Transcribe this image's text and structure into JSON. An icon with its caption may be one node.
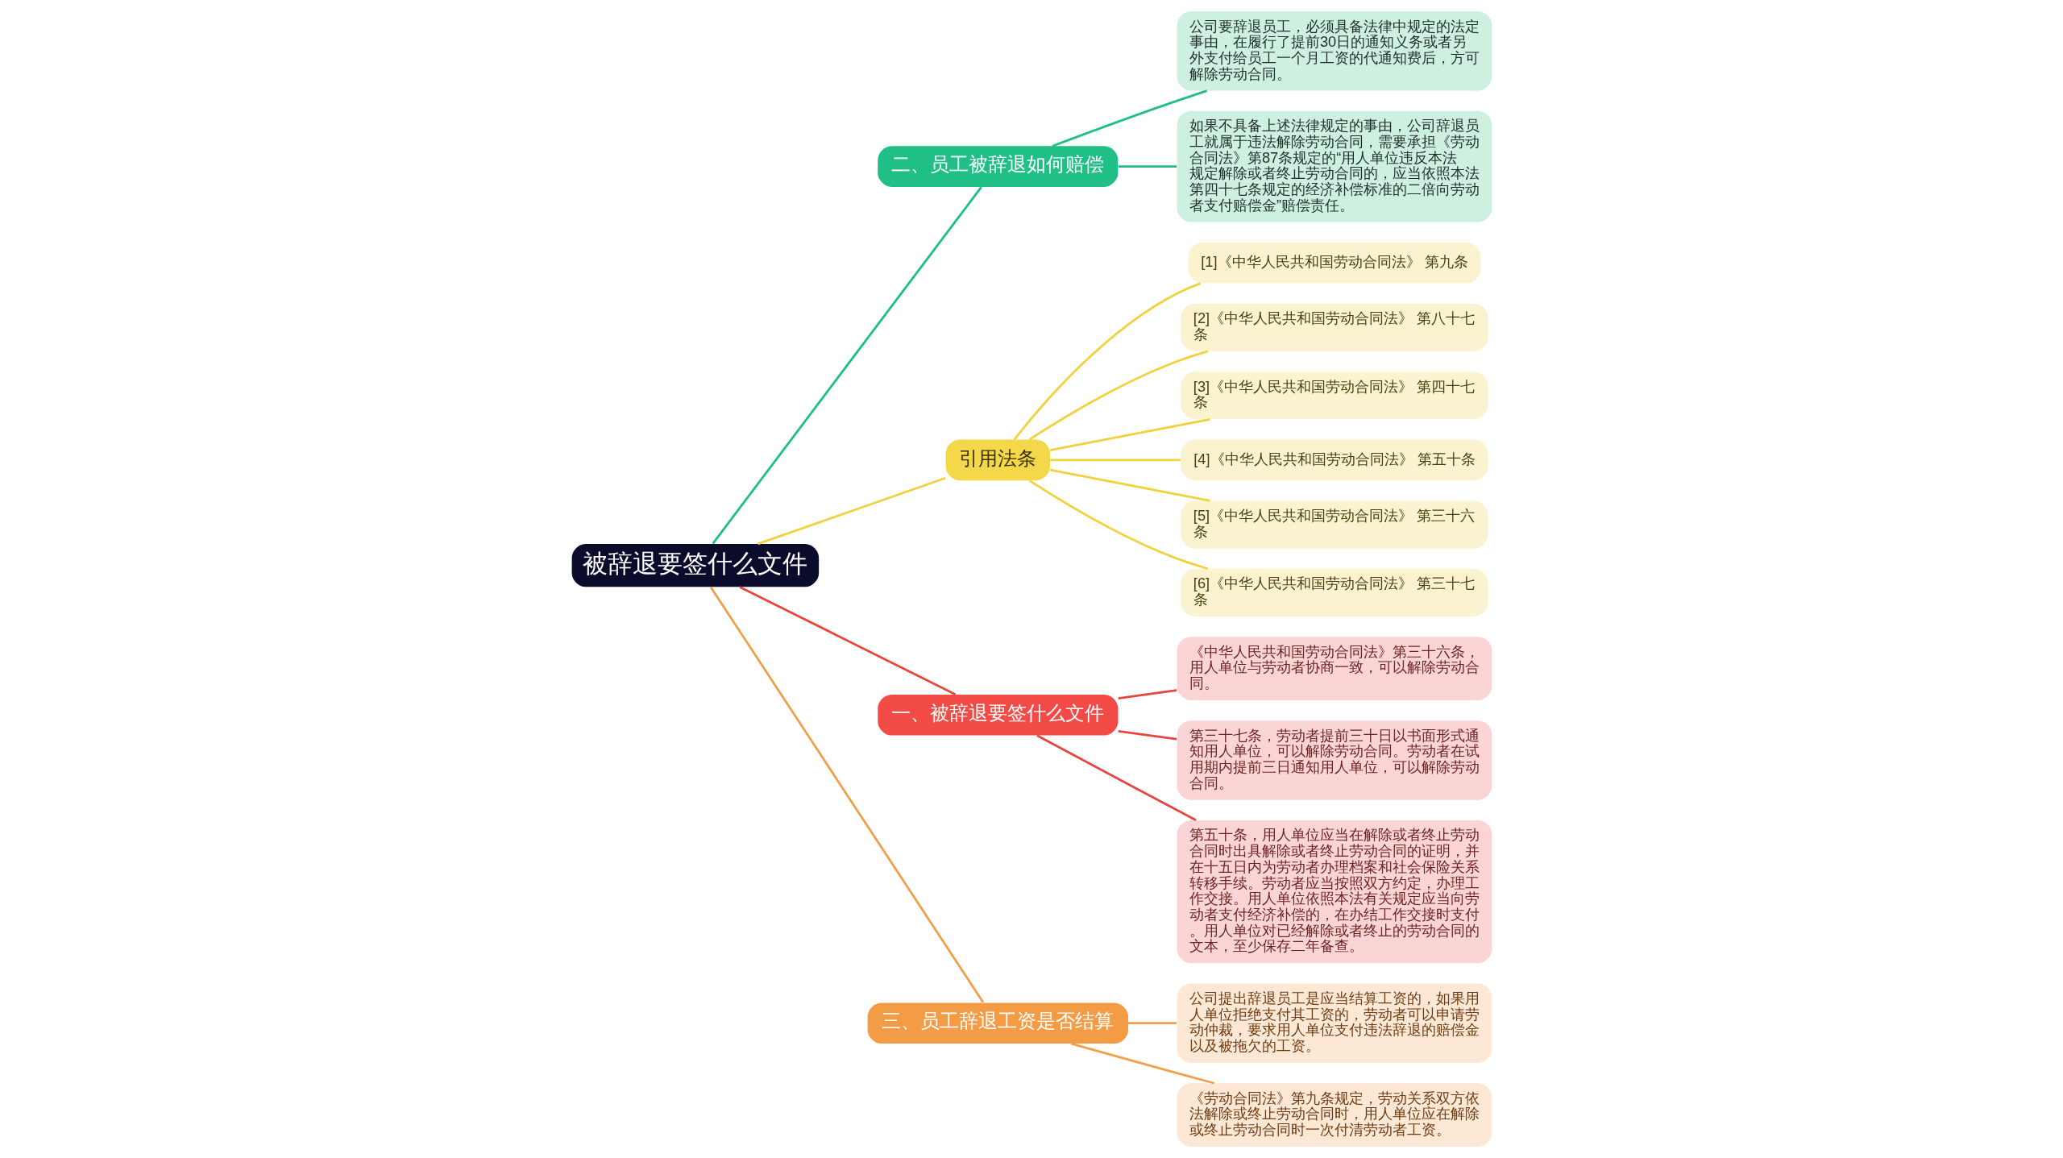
{
  "diagram": {
    "nodes": [
      {
        "text": [
          "被辞退要签什么文件"
        ]
      },
      {
        "text": [
          "二、员工被辞退如何赔偿"
        ]
      },
      {
        "text": [
          "公司要辞退员工，必须具备法律中规定的法定事由，在履行了提前30日的通知义务或者另外支付给员工一个月工资的代通知费后，方可解除劳动合同。"
        ]
      },
      {
        "text": [
          "如果不具备上述法律规定的事由，公司辞退员工就属于违法解除劳动合同，需要承担《劳动合同法》第87条规定的“用人单位违反本法规定解除或者终止劳动合同的，应当依照本法第四十七条规定的经济补偿标准的二倍向劳动者支付赔偿金”赔偿责任。"
        ]
      },
      {
        "text": [
          "引用法条"
        ]
      },
      {
        "text": [
          "[1]《中华人民共和国劳动合同法》 第九条"
        ]
      },
      {
        "text": [
          "[2]《中华人民共和国劳动合同法》 第八十七条"
        ]
      },
      {
        "text": [
          "[3]《中华人民共和国劳动合同法》 第四十七条"
        ]
      },
      {
        "text": [
          "[4]《中华人民共和国劳动合同法》 第五十条"
        ]
      },
      {
        "text": [
          "[5]《中华人民共和国劳动合同法》 第三十六条"
        ]
      },
      {
        "text": [
          "[6]《中华人民共和国劳动合同法》 第三十七条"
        ]
      },
      {
        "text": [
          "一、被辞退要签什么文件"
        ]
      },
      {
        "text": [
          "《中华人民共和国劳动合同法》第三十六条，用人单位与劳动者协商一致，可以解除劳动合同。"
        ]
      },
      {
        "text": [
          "第三十七条，劳动者提前三十日以书面形式通知用人单位，可以解除劳动合同。劳动者在试用期内提前三日通知用人单位，可以解除劳动合同。"
        ]
      },
      {
        "text": [
          "第五十条，用人单位应当在解除或者终止劳动合同时出具解除或者终止劳动合同的证明，并在十五日内为劳动者办理档案和社会保险关系转移手续。劳动者应当按照双方约定，办理工作交接。用人单位依照本法有关规定应当向劳动者支付经济补偿的，在办结工作交接时支付。用人单位对已经解除或者终止的劳动合同的文本，至少保存二年备查。"
        ]
      },
      {
        "text": [
          "三、员工辞退工资是否结算"
        ]
      },
      {
        "text": [
          "公司提出辞退员工是应当结算工资的，如果用人单位拒绝支付其工资的，劳动者可以申请劳动仲裁，要求用人单位支付违法辞退的赔偿金以及被拖欠的工资。"
        ]
      },
      {
        "text": [
          "《劳动合同法》第九条规定，劳动关系双方依法解除或终止劳动合同时，用人单位应在解除或终止劳动合同时一次付清劳动者工资。"
        ]
      }
    ],
    "edges": [
      {
        "from": 0,
        "to": 1,
        "arrow": "none",
        "color": "#1fbf86"
      },
      {
        "from": 1,
        "to": 2,
        "arrow": "none",
        "color": "#1fbf86"
      },
      {
        "from": 1,
        "to": 3,
        "arrow": "none",
        "color": "#1fbf86"
      },
      {
        "from": 0,
        "to": 4,
        "arrow": "none",
        "color": "#f2d13c"
      },
      {
        "from": 4,
        "to": 5,
        "arrow": "none",
        "color": "#f2d13c"
      },
      {
        "from": 4,
        "to": 6,
        "arrow": "none",
        "color": "#f2d13c"
      },
      {
        "from": 4,
        "to": 7,
        "arrow": "none",
        "color": "#f2d13c"
      },
      {
        "from": 4,
        "to": 8,
        "arrow": "none",
        "color": "#f2d13c"
      },
      {
        "from": 4,
        "to": 9,
        "arrow": "none",
        "color": "#f2d13c"
      },
      {
        "from": 4,
        "to": 10,
        "arrow": "none",
        "color": "#f2d13c"
      },
      {
        "from": 0,
        "to": 11,
        "arrow": "none",
        "color": "#e8463f"
      },
      {
        "from": 11,
        "to": 12,
        "arrow": "none",
        "color": "#e8463f"
      },
      {
        "from": 11,
        "to": 13,
        "arrow": "none",
        "color": "#e8463f"
      },
      {
        "from": 11,
        "to": 14,
        "arrow": "none",
        "color": "#e8463f"
      },
      {
        "from": 0,
        "to": 15,
        "arrow": "none",
        "color": "#f0a04b"
      },
      {
        "from": 15,
        "to": 16,
        "arrow": "none",
        "color": "#f0a04b"
      },
      {
        "from": 15,
        "to": 17,
        "arrow": "none",
        "color": "#f0a04b"
      }
    ]
  }
}
